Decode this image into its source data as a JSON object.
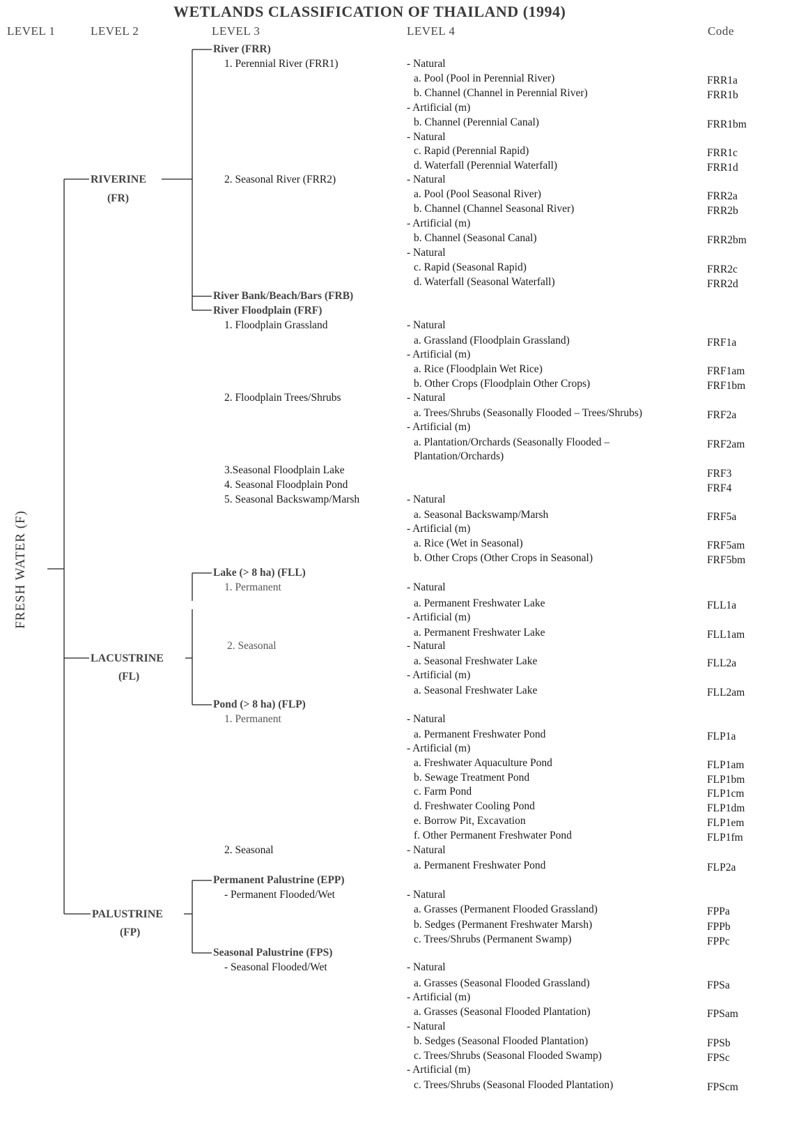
{
  "title": "WETLANDS CLASSIFICATION OF THAILAND (1994)",
  "headers": {
    "level1": "LEVEL 1",
    "level2": "LEVEL 2",
    "level3": "LEVEL 3",
    "level4": "LEVEL 4",
    "code": "Code"
  },
  "level1_label": "FRESH WATER (F)",
  "level2": {
    "riverine": {
      "name": "RIVERINE",
      "code": "(FR)"
    },
    "lacustrine": {
      "name": "LACUSTRINE",
      "code": "(FL)"
    },
    "palustrine": {
      "name": "PALUSTRINE",
      "code": "(FP)"
    }
  },
  "level3": {
    "river": "River (FRR)",
    "perennial_river": "1. Perennial River (FRR1)",
    "seasonal_river": "2. Seasonal River (FRR2)",
    "river_bank": "River Bank/Beach/Bars (FRB)",
    "river_floodplain": "River Floodplain (FRF)",
    "floodplain_grassland": "1. Floodplain Grassland",
    "floodplain_trees": "2. Floodplain Trees/Shrubs",
    "floodplain_lake": "3.Seasonal Floodplain Lake",
    "floodplain_pond": "4. Seasonal Floodplain Pond",
    "backswamp": "5. Seasonal Backswamp/Marsh",
    "lake": "Lake (> 8 ha) (FLL)",
    "lake_permanent": "1. Permanent",
    "lake_seasonal": "2. Seasonal",
    "pond": "Pond (> 8 ha) (FLP)",
    "pond_permanent": "1. Permanent",
    "pond_seasonal": "2. Seasonal",
    "perm_palustrine": "Permanent Palustrine (EPP)",
    "perm_flooded": "- Permanent Flooded/Wet",
    "seas_palustrine": "Seasonal Palustrine (FPS)",
    "seas_flooded": "- Seasonal Flooded/Wet"
  },
  "level4_rows": [
    {
      "text": "- Natural",
      "code": ""
    },
    {
      "text": "a. Pool (Pool in Perennial River)",
      "code": "FRR1a"
    },
    {
      "text": "b. Channel (Channel in Perennial River)",
      "code": "FRR1b"
    },
    {
      "text": "- Artificial (m)",
      "code": ""
    },
    {
      "text": "b. Channel (Perennial Canal)",
      "code": "FRR1bm"
    },
    {
      "text": "- Natural",
      "code": ""
    },
    {
      "text": "c. Rapid (Perennial Rapid)",
      "code": "FRR1c"
    },
    {
      "text": "d. Waterfall (Perennial Waterfall)",
      "code": "FRR1d"
    },
    {
      "text": "- Natural",
      "code": ""
    },
    {
      "text": "a. Pool (Pool Seasonal River)",
      "code": "FRR2a"
    },
    {
      "text": "b. Channel (Channel Seasonal River)",
      "code": "FRR2b"
    },
    {
      "text": "- Artificial (m)",
      "code": ""
    },
    {
      "text": "b. Channel (Seasonal Canal)",
      "code": "FRR2bm"
    },
    {
      "text": "- Natural",
      "code": ""
    },
    {
      "text": "c. Rapid (Seasonal Rapid)",
      "code": "FRR2c"
    },
    {
      "text": "d. Waterfall (Seasonal Waterfall)",
      "code": "FRR2d"
    },
    {
      "text": "- Natural",
      "code": ""
    },
    {
      "text": "a. Grassland (Floodplain Grassland)",
      "code": "FRF1a"
    },
    {
      "text": "- Artificial (m)",
      "code": ""
    },
    {
      "text": "a. Rice (Floodplain Wet Rice)",
      "code": "FRF1am"
    },
    {
      "text": "b. Other Crops (Floodplain Other Crops)",
      "code": "FRF1bm"
    },
    {
      "text": "- Natural",
      "code": ""
    },
    {
      "text": "a. Trees/Shrubs (Seasonally Flooded – Trees/Shrubs)",
      "code": "FRF2a"
    },
    {
      "text": "- Artificial (m)",
      "code": ""
    },
    {
      "text": "a. Plantation/Orchards (Seasonally Flooded –",
      "code": "FRF2am"
    },
    {
      "text": "Plantation/Orchards)",
      "code": ""
    },
    {
      "text": "",
      "code": "FRF3"
    },
    {
      "text": "",
      "code": "FRF4"
    },
    {
      "text": "- Natural",
      "code": ""
    },
    {
      "text": "a. Seasonal Backswamp/Marsh",
      "code": "FRF5a"
    },
    {
      "text": "- Artificial (m)",
      "code": ""
    },
    {
      "text": "a. Rice (Wet in Seasonal)",
      "code": "FRF5am"
    },
    {
      "text": "b. Other Crops (Other Crops in Seasonal)",
      "code": "FRF5bm"
    },
    {
      "text": "- Natural",
      "code": ""
    },
    {
      "text": "a. Permanent Freshwater Lake",
      "code": "FLL1a"
    },
    {
      "text": "- Artificial (m)",
      "code": ""
    },
    {
      "text": "a. Permanent Freshwater Lake",
      "code": "FLL1am"
    },
    {
      "text": "- Natural",
      "code": ""
    },
    {
      "text": "a. Seasonal Freshwater Lake",
      "code": "FLL2a"
    },
    {
      "text": "- Artificial (m)",
      "code": ""
    },
    {
      "text": "a. Seasonal Freshwater Lake",
      "code": "FLL2am"
    },
    {
      "text": "- Natural",
      "code": ""
    },
    {
      "text": "a. Permanent Freshwater Pond",
      "code": "FLP1a"
    },
    {
      "text": "- Artificial (m)",
      "code": ""
    },
    {
      "text": "a. Freshwater Aquaculture Pond",
      "code": "FLP1am"
    },
    {
      "text": "b. Sewage Treatment Pond",
      "code": "FLP1bm"
    },
    {
      "text": "c. Farm Pond",
      "code": "FLP1cm"
    },
    {
      "text": "d. Freshwater Cooling Pond",
      "code": "FLP1dm"
    },
    {
      "text": "e. Borrow Pit, Excavation",
      "code": "FLP1em"
    },
    {
      "text": "f. Other Permanent Freshwater Pond",
      "code": "FLP1fm"
    },
    {
      "text": "- Natural",
      "code": ""
    },
    {
      "text": "a. Permanent Freshwater Pond",
      "code": "FLP2a"
    },
    {
      "text": "- Natural",
      "code": ""
    },
    {
      "text": "a. Grasses (Permanent Flooded Grassland)",
      "code": "FPPa"
    },
    {
      "text": "b. Sedges (Permanent Freshwater Marsh)",
      "code": "FPPb"
    },
    {
      "text": "c. Trees/Shrubs (Permanent Swamp)",
      "code": "FPPc"
    },
    {
      "text": "- Natural",
      "code": ""
    },
    {
      "text": "a. Grasses (Seasonal Flooded Grassland)",
      "code": "FPSa"
    },
    {
      "text": "- Artificial (m)",
      "code": ""
    },
    {
      "text": "a. Grasses (Seasonal Flooded Plantation)",
      "code": "FPSam"
    },
    {
      "text": "- Natural",
      "code": ""
    },
    {
      "text": "b. Sedges (Seasonal Flooded Plantation)",
      "code": "FPSb"
    },
    {
      "text": "c. Trees/Shrubs (Seasonal Flooded Swamp)",
      "code": "FPSc"
    },
    {
      "text": "- Artificial (m)",
      "code": ""
    },
    {
      "text": "c. Trees/Shrubs (Seasonal Flooded Plantation)",
      "code": "FPScm"
    }
  ]
}
